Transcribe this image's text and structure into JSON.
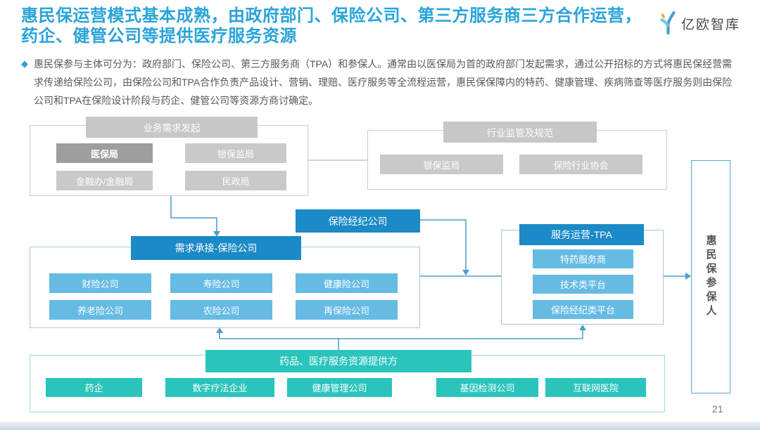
{
  "header": {
    "title": "惠民保运营模式基本成熟，由政府部门、保险公司、第三方服务商三方合作运营，药企、健管公司等提供医疗服务资源",
    "logo_text": "亿欧智库"
  },
  "intro": {
    "bullet": "◆",
    "text": "惠民保参与主体可分为：政府部门、保险公司、第三方服务商（TPA）和参保人。通常由以医保局为首的政府部门发起需求，通过公开招标的方式将惠民保经营需求传递给保险公司，由保险公司和TPA合作负责产品设计、营销、理赔、医疗服务等全流程运营，惠民保保障内的特药、健康管理、疾病筛查等医疗服务则由保险公司和TPA在保险设计阶段与药企、健管公司等资源方商讨确定。"
  },
  "diagram": {
    "demand_group": {
      "header": "业务需求发起",
      "items": [
        "医保局",
        "银保监局",
        "金融办/金融局",
        "民政局"
      ]
    },
    "regulation_group": {
      "header": "行业监管及规范",
      "items": [
        "银保监局",
        "保险行业协会"
      ]
    },
    "broker_box": "保险经纪公司",
    "insurer_group": {
      "header": "需求承接-保险公司",
      "items": [
        "财险公司",
        "寿险公司",
        "健康险公司",
        "养老险公司",
        "农险公司",
        "再保险公司"
      ]
    },
    "tpa_group": {
      "header": "服务运营-TPA",
      "items": [
        "特药服务商",
        "技术类平台",
        "保险经纪类平台"
      ]
    },
    "resource_group": {
      "header": "药品、医疗服务资源提供方",
      "items": [
        "药企",
        "数字疗法企业",
        "健康管理公司",
        "基因检测公司",
        "互联网医院"
      ]
    },
    "insured_box": "惠民保参保人"
  },
  "page": {
    "number": "21"
  },
  "colors": {
    "title_blue": "#2aa3da",
    "dark_blue_box": "#1b8ac6",
    "light_blue_box": "#66bbe4",
    "teal_box": "#2bc4bc",
    "gray_box": "#c9c9c9",
    "dark_gray_box": "#9e9e9e",
    "connector_blue": "#4e9cc9",
    "logo_orange": "#f5a33b"
  }
}
